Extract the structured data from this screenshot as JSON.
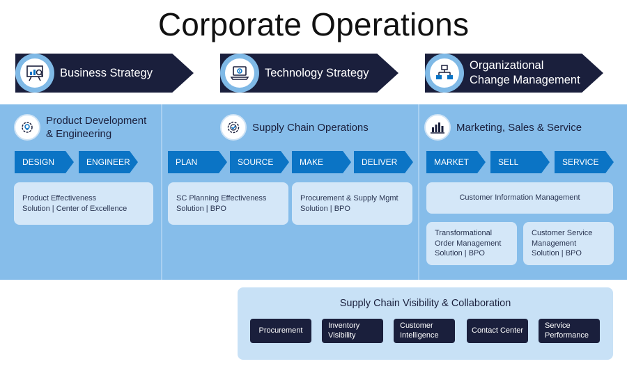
{
  "title": "Corporate Operations",
  "strategies": [
    {
      "label": "Business Strategy",
      "icon": "presentation-chart-icon"
    },
    {
      "label": "Technology Strategy",
      "icon": "laptop-gear-icon"
    },
    {
      "label": "Organizational\nChange Management",
      "icon": "org-chart-icon"
    }
  ],
  "columns": {
    "product": {
      "heading": "Product Development\n& Engineering",
      "icon": "gear-lightbulb-icon",
      "steps": [
        "DESIGN",
        "ENGINEER"
      ],
      "cards": [
        "Product Effectiveness\nSolution | Center of Excellence"
      ]
    },
    "supply": {
      "heading": "Supply Chain Operations",
      "icon": "gear-check-icon",
      "steps": [
        "PLAN",
        "SOURCE",
        "MAKE",
        "DELIVER"
      ],
      "cards": [
        "SC Planning Effectiveness\nSolution | BPO",
        "Procurement & Supply Mgmt\nSolution | BPO"
      ]
    },
    "marketing": {
      "heading": "Marketing, Sales & Service",
      "icon": "bar-chart-icon",
      "steps": [
        "MARKET",
        "SELL",
        "SERVICE"
      ],
      "cards": [
        "Customer Information Management",
        "Transformational\nOrder Management\nSolution | BPO",
        "Customer Service\nManagement\nSolution | BPO"
      ]
    }
  },
  "visibility": {
    "title": "Supply Chain Visibility & Collaboration",
    "items": [
      "Procurement",
      "Inventory\nVisibility",
      "Customer\nIntelligence",
      "Contact Center",
      "Service\nPerformance"
    ]
  },
  "colors": {
    "navy": "#1a1f3c",
    "step_blue": "#0b74c5",
    "panel_blue": "#86bdea",
    "card_blue": "#d4e7f8",
    "icon_ring": "#7fb9e6"
  }
}
